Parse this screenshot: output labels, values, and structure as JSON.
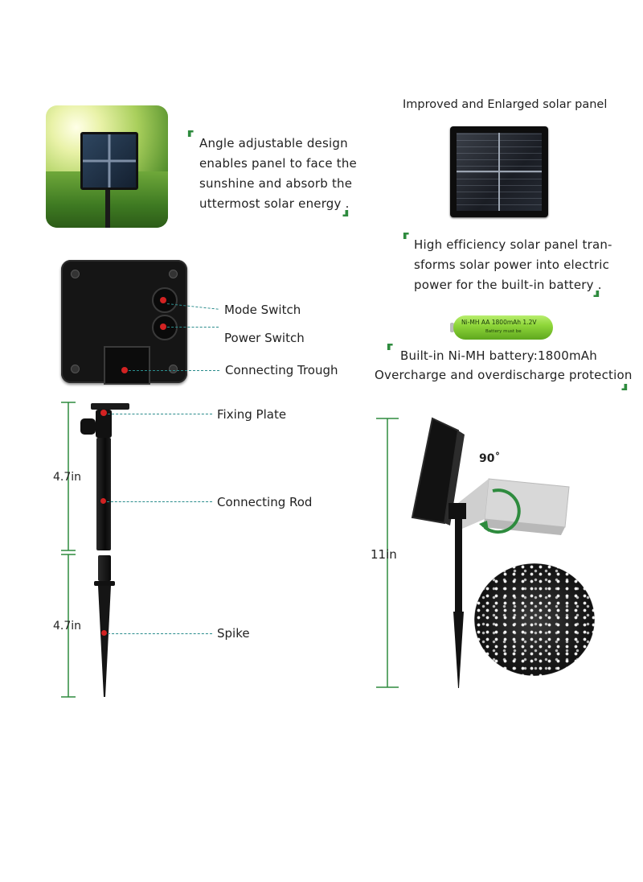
{
  "top_left_text": {
    "lines": [
      "Angle adjustable design",
      "enables panel to face the",
      "sunshine and absorb the",
      "uttermost solar energy ."
    ]
  },
  "top_right_title": "Improved and Enlarged solar panel",
  "panel_text": {
    "lines": [
      "High efficiency solar panel tran-",
      "sforms solar power into electric",
      "power for the built-in battery ."
    ]
  },
  "battery": {
    "label_line1": "Built-in Ni-MH battery:1800mAh",
    "label_line2": "Overcharge and overdischarge protection",
    "print_main": "Ni-MH  AA 1800mAh 1.2V",
    "print_sub": "Battery must be"
  },
  "box_labels": {
    "mode_switch": "Mode Switch",
    "power_switch": "Power Switch",
    "connecting_trough": "Connecting Trough"
  },
  "stake_labels": {
    "fixing_plate": "Fixing Plate",
    "connecting_rod": "Connecting Rod",
    "spike": "Spike"
  },
  "dimensions": {
    "upper": "4.7in",
    "lower": "4.7in",
    "total": "11in",
    "angle": "90˚"
  },
  "colors": {
    "accent_green": "#2e8b3e",
    "dash_teal": "#2a8c8c",
    "marker_red": "#d22222"
  }
}
